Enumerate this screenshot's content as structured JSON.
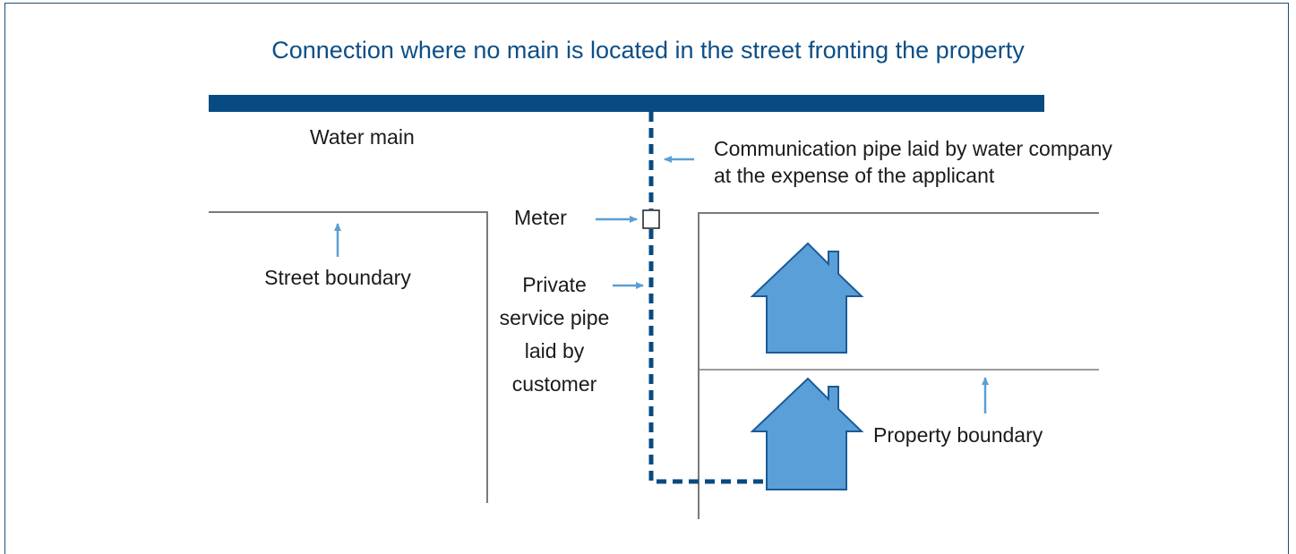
{
  "title": "Connection where no main is located in the street fronting the property",
  "labels": {
    "water_main": "Water main",
    "communication_pipe_line1": "Communication pipe laid by water company",
    "communication_pipe_line2": "at the expense of the applicant",
    "meter": "Meter",
    "street_boundary": "Street boundary",
    "private_line1": "Private",
    "private_line2": "service pipe",
    "private_line3": "laid by",
    "private_line4": "customer",
    "property_boundary": "Property boundary"
  },
  "colors": {
    "main_blue": "#084b82",
    "arrow_blue": "#5a9fd4",
    "house_fill": "#5b9fd8",
    "house_stroke": "#1b5b97",
    "boundary_grey": "#7a7a7a",
    "title_blue": "#0d4f86"
  }
}
